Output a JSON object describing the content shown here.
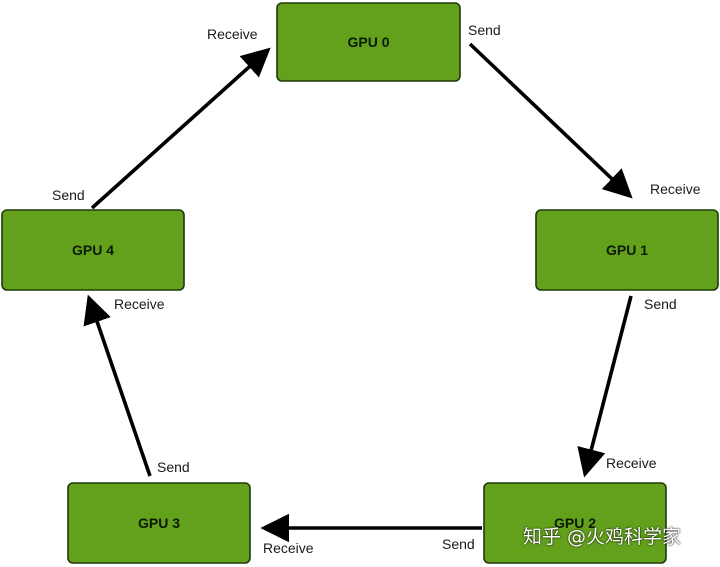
{
  "nodes": [
    {
      "id": "gpu0",
      "label": "GPU 0"
    },
    {
      "id": "gpu1",
      "label": "GPU 1"
    },
    {
      "id": "gpu2",
      "label": "GPU 2"
    },
    {
      "id": "gpu3",
      "label": "GPU 3"
    },
    {
      "id": "gpu4",
      "label": "GPU 4"
    }
  ],
  "edges": [
    {
      "from": "gpu0",
      "to": "gpu1",
      "send_label": "Send",
      "receive_label": "Receive"
    },
    {
      "from": "gpu1",
      "to": "gpu2",
      "send_label": "Send",
      "receive_label": "Receive"
    },
    {
      "from": "gpu2",
      "to": "gpu3",
      "send_label": "Send",
      "receive_label": "Receive"
    },
    {
      "from": "gpu3",
      "to": "gpu4",
      "send_label": "Send",
      "receive_label": "Receive"
    },
    {
      "from": "gpu4",
      "to": "gpu0",
      "send_label": "Send",
      "receive_label": "Receive"
    }
  ],
  "colors": {
    "node_fill": "#63a11c",
    "node_border": "#1e3a08",
    "arrow": "#000000"
  },
  "watermark": "知乎 @火鸡科学家"
}
